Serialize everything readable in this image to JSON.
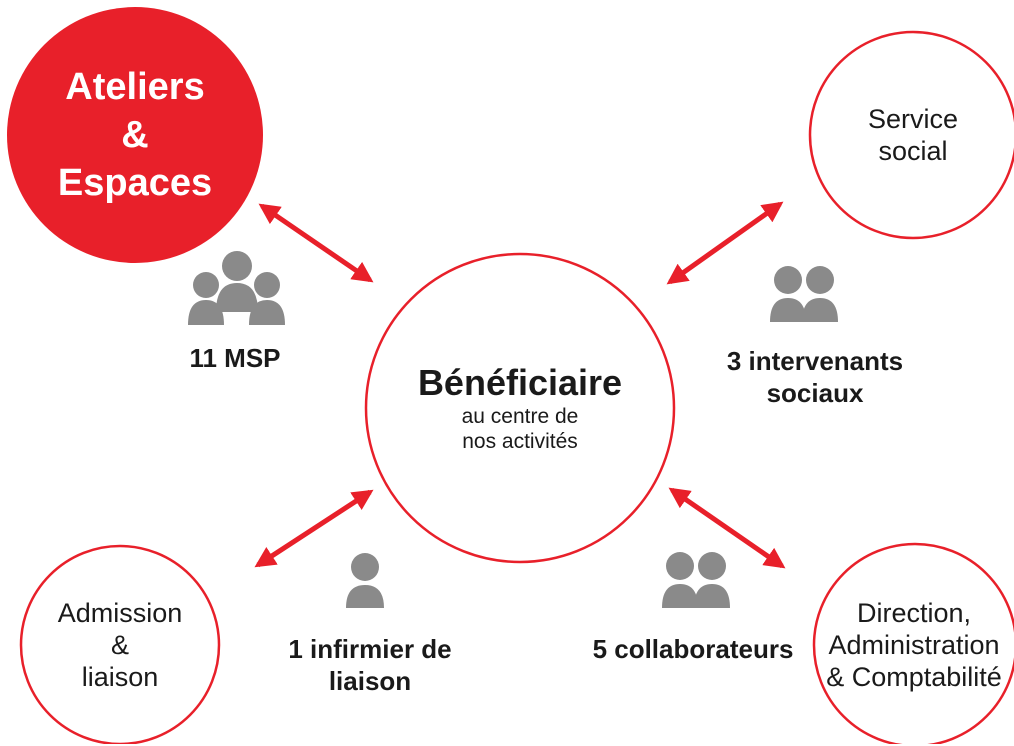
{
  "colors": {
    "accent": "#e8202a",
    "people": "#8a8a8a",
    "text": "#1a1a1a"
  },
  "center": {
    "title": "Bénéficiaire",
    "subtitle_line1": "au centre de",
    "subtitle_line2": "nos activités"
  },
  "nodes": {
    "ateliers": {
      "line1": "Ateliers",
      "line2": "&",
      "line3": "Espaces"
    },
    "service_social": {
      "line1": "Service",
      "line2": "social"
    },
    "admission": {
      "line1": "Admission",
      "line2": "&",
      "line3": "liaison"
    },
    "direction": {
      "line1": "Direction,",
      "line2": "Administration",
      "line3": "& Comptabilité"
    }
  },
  "labels": {
    "msp": "11 MSP",
    "intervenants_line1": "3 intervenants",
    "intervenants_line2": "sociaux",
    "infirmier_line1": "1 infirmier de",
    "infirmier_line2": "liaison",
    "collaborateurs": "5 collaborateurs"
  },
  "icons": {
    "msp": "people-group-3-icon",
    "intervenants": "people-pair-icon",
    "infirmier": "person-icon",
    "collaborateurs": "people-pair-icon"
  }
}
